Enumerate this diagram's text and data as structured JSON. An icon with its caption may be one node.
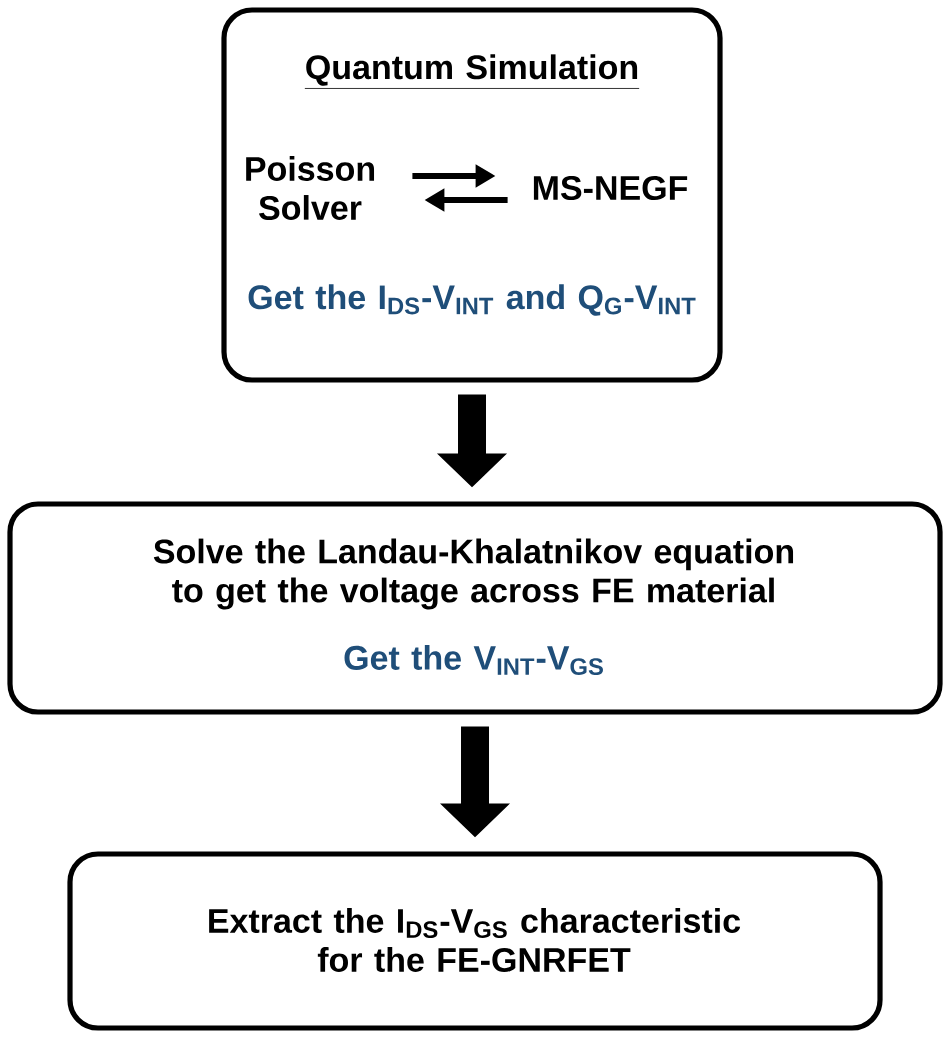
{
  "diagram": {
    "nodes": [
      {
        "text": [
          "Quantum Simulation",
          "Get the I$_{DS}$-V$_{INT}$ and Q$_{G}$-V$_{INT}$"
        ]
      },
      {
        "text": [
          "Poisson Solver"
        ],
        "in": 0
      },
      {
        "text": [
          "MS-NEGF"
        ],
        "in": 0
      },
      {
        "text": [
          "Solve the Landau-Khalatnikov equation to get the voltage across FE material",
          "Get the V$_{INT}$-V$_{GS}$"
        ]
      },
      {
        "text": [
          "Extract the I$_{DS}$-V$_{GS}$ characteristic for the FE-GNRFET"
        ]
      }
    ],
    "edges": [
      {
        "from": 1,
        "to": 2,
        "arrow": "to"
      },
      {
        "from": 2,
        "to": 1,
        "arrow": "to"
      },
      {
        "from": 0,
        "to": 3,
        "arrow": "to",
        "style": "thick"
      },
      {
        "from": 3,
        "to": 4,
        "arrow": "to",
        "style": "thick"
      }
    ]
  }
}
